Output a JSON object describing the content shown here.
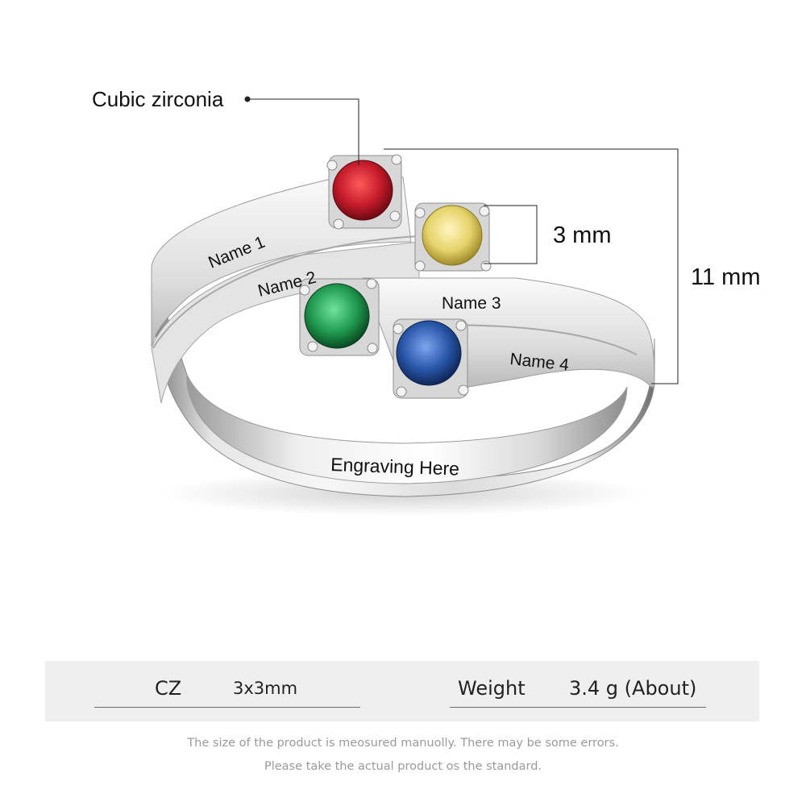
{
  "callouts": {
    "stone_material": "Cubic zirconia",
    "stone_size": "3 mm",
    "band_width": "11 mm"
  },
  "engravings": {
    "name_1": "Name 1",
    "name_2": "Name 2",
    "name_3": "Name 3",
    "name_4": "Name 4",
    "inside": "Engraving Here"
  },
  "stones": [
    {
      "color": "#c41a2a",
      "icon": "red-gem-icon"
    },
    {
      "color": "#e6d36a",
      "icon": "yellow-gem-icon"
    },
    {
      "color": "#1f9a4e",
      "icon": "green-gem-icon"
    },
    {
      "color": "#2856a8",
      "icon": "blue-gem-icon"
    }
  ],
  "specs": {
    "cz_label": "CZ",
    "cz_value": "3x3mm",
    "weight_label": "Weight",
    "weight_value": "3.4 g (About)"
  },
  "notes": [
    "The size of the product is meosured manuolly. There may be some errors.",
    "Please take the actual product os the standard."
  ]
}
